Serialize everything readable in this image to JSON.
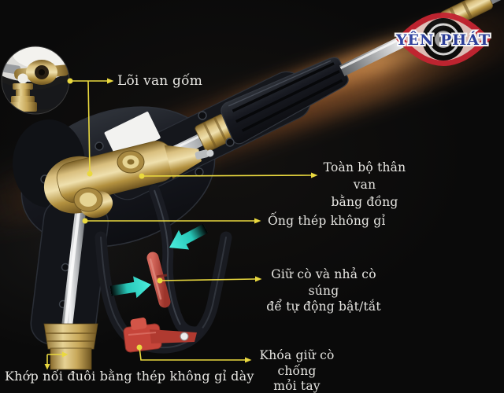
{
  "logo": {
    "brand": "YÊN PHÁT"
  },
  "callouts": {
    "valve_core": {
      "label": "Lõi van gốm"
    },
    "valve_body": {
      "line1": "Toàn bộ thân van",
      "line2": "bằng đồng"
    },
    "steel_tube": {
      "label": "Ống thép không gỉ"
    },
    "trigger_hold": {
      "line1": "Giữ cò và nhả cò súng",
      "line2": "để tự động bật/tắt"
    },
    "trigger_lock": {
      "line1": "Khóa giữ cò chống",
      "line2": "mỏi tay"
    },
    "tail_coupling": {
      "label": "Khớp nối đuôi bằng thép không gỉ dày"
    }
  },
  "icons": {
    "logo_mark": "eye-logo-icon",
    "pointers": "teal-direction-arrow-icon"
  },
  "colors": {
    "callout_accent": "#EAD93F",
    "highlight_arrow": "#35DCCB",
    "brand_red": "#C32431",
    "brand_blue": "#2B3F9E",
    "brass": "#C9A85C",
    "lock_red": "#C6453A",
    "label_text": "#E7E6E2",
    "background": "#0A0A0A"
  }
}
